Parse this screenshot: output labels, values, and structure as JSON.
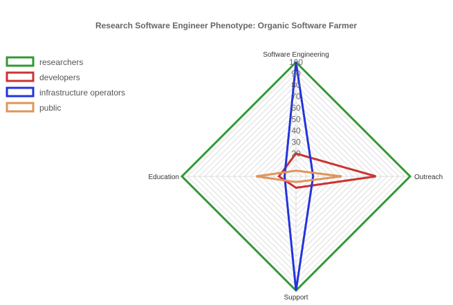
{
  "chart_data": {
    "type": "radar",
    "title": "Research Software Engineer Phenotype: Organic Software Farmer",
    "axes": [
      "Software Engineering",
      "Outreach",
      "Support",
      "Education"
    ],
    "scale": {
      "min": 0,
      "max": 100,
      "ticks": [
        20,
        30,
        40,
        50,
        60,
        70,
        80,
        90,
        100
      ]
    },
    "grid": true,
    "legend_position": "left",
    "series": [
      {
        "name": "researchers",
        "color": "#339933",
        "values": [
          100,
          100,
          100,
          100
        ]
      },
      {
        "name": "developers",
        "color": "#cc3333",
        "values": [
          20,
          70,
          10,
          15
        ]
      },
      {
        "name": "infrastructure operators",
        "color": "#2233dd",
        "values": [
          100,
          15,
          100,
          10
        ]
      },
      {
        "name": "public",
        "color": "#e0955a",
        "values": [
          5,
          40,
          5,
          35
        ]
      }
    ]
  }
}
